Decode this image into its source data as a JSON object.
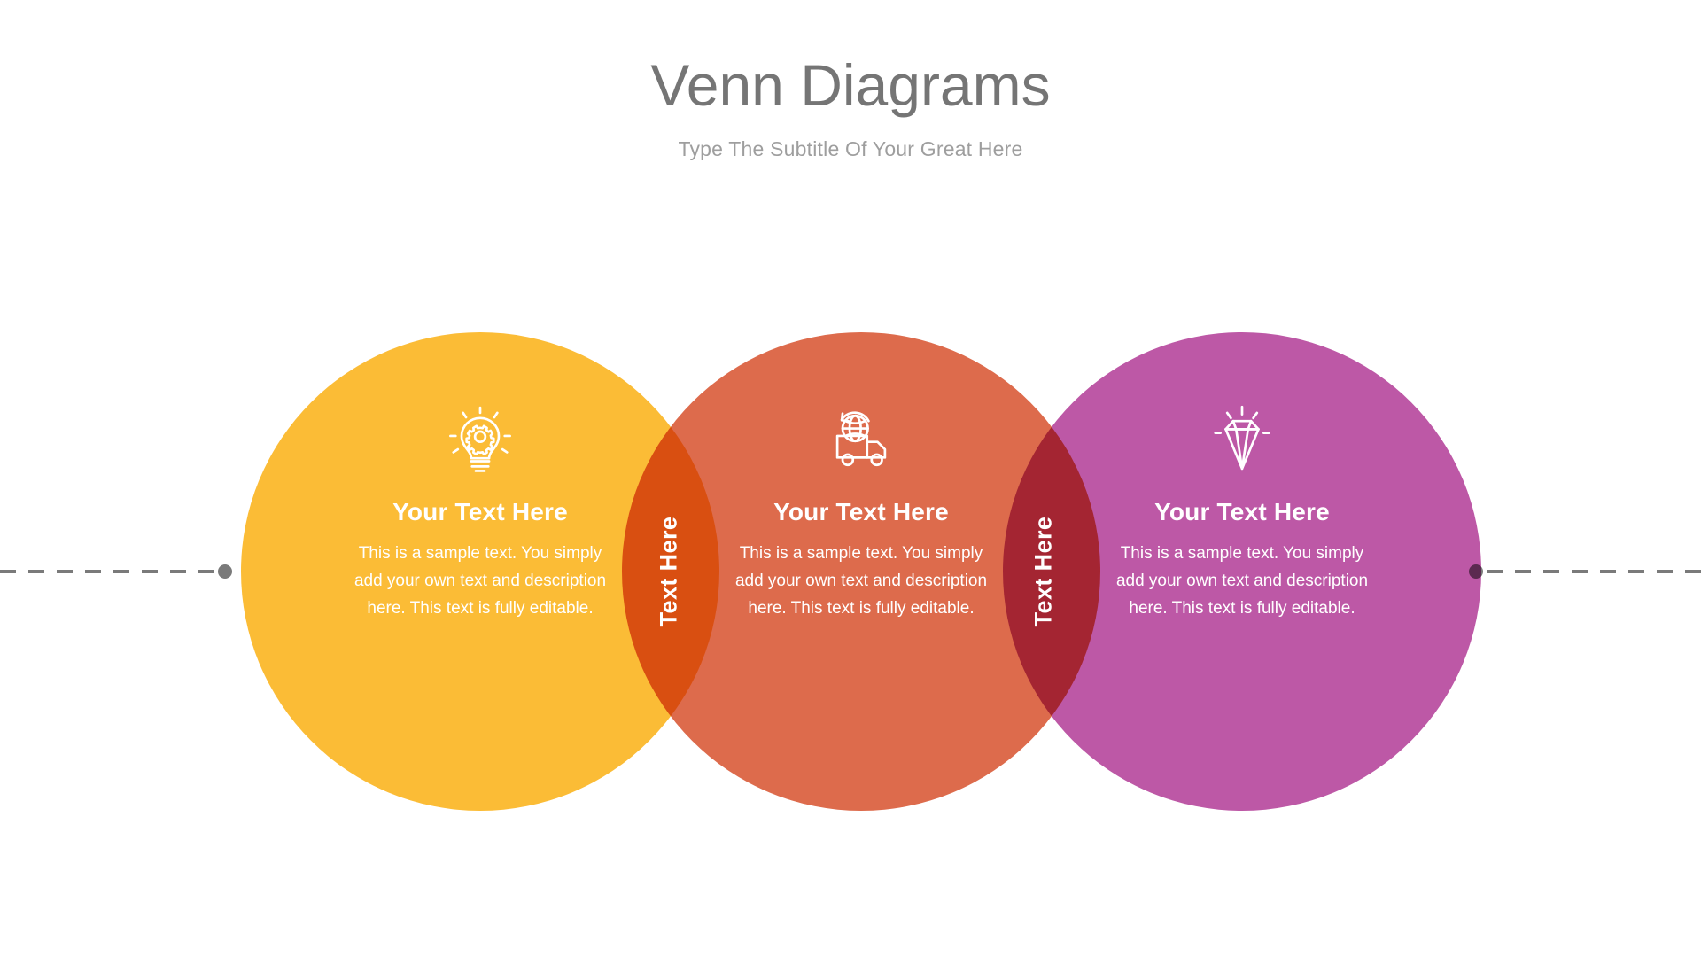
{
  "header": {
    "title": "Venn Diagrams",
    "subtitle": "Type The Subtitle Of Your Great Here"
  },
  "colors": {
    "title_gray": "#757575",
    "subtitle_gray": "#9e9e9e",
    "connector_gray": "#7a7a7a",
    "circle_yellow": "#FBBC36",
    "circle_orange": "#DD6B4C",
    "circle_magenta": "#BD58A6",
    "overlap_left": "#DF6C22",
    "overlap_right": "#B13A8C",
    "text_white": "#ffffff",
    "background": "#ffffff"
  },
  "circles": [
    {
      "id": "circle-a",
      "icon": "lightbulb-gear-icon",
      "heading": "Your Text Here",
      "body": "This is a sample text. You simply add your own text and description here. This text is fully editable.",
      "color": "#FBBC36"
    },
    {
      "id": "circle-b",
      "icon": "globe-delivery-truck-icon",
      "heading": "Your Text Here",
      "body": "This is a sample text. You simply add your own text and description here. This text is fully editable.",
      "color": "#DD6B4C"
    },
    {
      "id": "circle-c",
      "icon": "diamond-gem-icon",
      "heading": "Your Text Here",
      "body": "This is a sample text. You simply add your own text and description here. This text is fully editable.",
      "color": "#BD58A6"
    }
  ],
  "overlaps": [
    {
      "id": "overlap-a-b",
      "label": "Text Here",
      "color": "#DF6C22"
    },
    {
      "id": "overlap-b-c",
      "label": "Text Here",
      "color": "#B13A8C"
    }
  ],
  "connectors": {
    "left": {
      "icon": "dashed-line-with-dot",
      "style": "dashed"
    },
    "right": {
      "icon": "dashed-line-with-dot",
      "style": "dashed"
    }
  }
}
